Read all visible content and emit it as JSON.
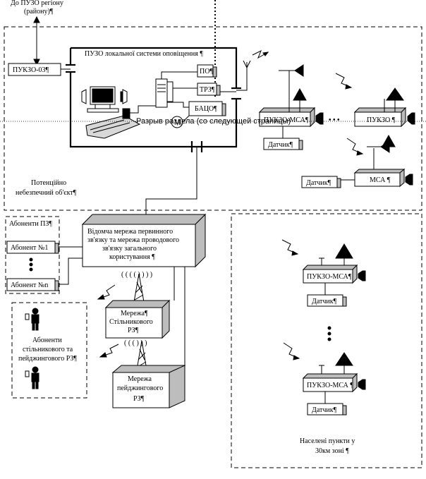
{
  "labels": {
    "top_note_1": "До ПУЗО регіону",
    "top_note_2": "(району)¶",
    "pukzo03": "ПУКЗО-03¶",
    "puzo_local": "ПУЗО локальної системи оповіщення ¶",
    "po": "ПО¶",
    "trz": "ТРЗ¶",
    "batso": "БАЦО¶",
    "section_break": "Разрыв раздела (со следующей страницы)",
    "pukzo_msa_top": "ПУКЗО-МСА¶",
    "dots_h": "• • •",
    "pukzo_right": "ПУКЗО ¶",
    "sensor_top": "Датчик¶",
    "sensor_msa": "Датчик¶",
    "msa": "МСА ¶",
    "object_1": "Потенційно",
    "object_2": "небезпечний об'єкт¶",
    "subscribers_title": "Абоненти ПЗ¶",
    "subscriber_1": "Абонент №1",
    "subscriber_n": "Абонент №n",
    "network_1": "Відомча мережа первинного",
    "network_2": "зв'язку та мережа проводового",
    "network_3": "зв'язку загального",
    "network_4": "користування ¶",
    "cellular_1": "Мережа¶",
    "cellular_2": "Стільникового",
    "cellular_3": "РЗ¶",
    "paging_1": "Мережа",
    "paging_2": "пейджингового",
    "paging_3": "РЗ¶",
    "mobile_subs_1": "Абоненти",
    "mobile_subs_2": "стільникового та",
    "mobile_subs_3": "пейджингового РЗ¶",
    "pukzo_msa_a": "ПУКЗО-МСА¶",
    "sensor_a": "Датчик¶",
    "pukzo_msa_b": "ПУКЗО-МСА ¶",
    "sensor_b": "Датчик¶",
    "settlements_1": "Населені пункти у",
    "settlements_2": "30км зоні ¶",
    "motor": "М"
  }
}
